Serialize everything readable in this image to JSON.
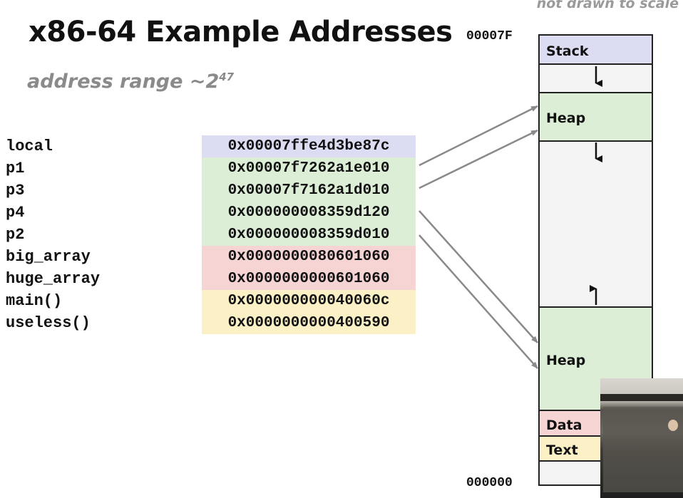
{
  "slide": {
    "title": "x86-64 Example Addresses",
    "subtitle_base": "address range ~2",
    "subtitle_exp": "47",
    "note": "not drawn to scale"
  },
  "variables": [
    {
      "name": "local",
      "address": "0x00007ffe4d3be87c",
      "color": "#dcdcf2"
    },
    {
      "name": "p1",
      "address": "0x00007f7262a1e010",
      "color": "#dcefd6"
    },
    {
      "name": "p3",
      "address": "0x00007f7162a1d010",
      "color": "#dcefd6"
    },
    {
      "name": "p4",
      "address": "0x000000008359d120",
      "color": "#dcefd6"
    },
    {
      "name": "p2",
      "address": "0x000000008359d010",
      "color": "#dcefd6"
    },
    {
      "name": "big_array",
      "address": "0x0000000080601060",
      "color": "#f7d4d4"
    },
    {
      "name": "huge_array",
      "address": "0x0000000000601060",
      "color": "#f7d4d4"
    },
    {
      "name": "main()",
      "address": "0x000000000040060c",
      "color": "#fbf0c6"
    },
    {
      "name": "useless()",
      "address": "0x0000000000400590",
      "color": "#fbf0c6"
    }
  ],
  "memory_map": {
    "top_address": "00007F",
    "bottom_address": "000000",
    "segments": [
      {
        "key": "stack",
        "label": "Stack",
        "color": "#dcdcf2"
      },
      {
        "key": "heap_top",
        "label": "Heap",
        "color": "#dcefd6"
      },
      {
        "key": "heap_bottom",
        "label": "Heap",
        "color": "#dcefd6"
      },
      {
        "key": "data",
        "label": "Data",
        "color": "#f7d4d4"
      },
      {
        "key": "text",
        "label": "Text",
        "color": "#fbf0c6"
      }
    ]
  }
}
